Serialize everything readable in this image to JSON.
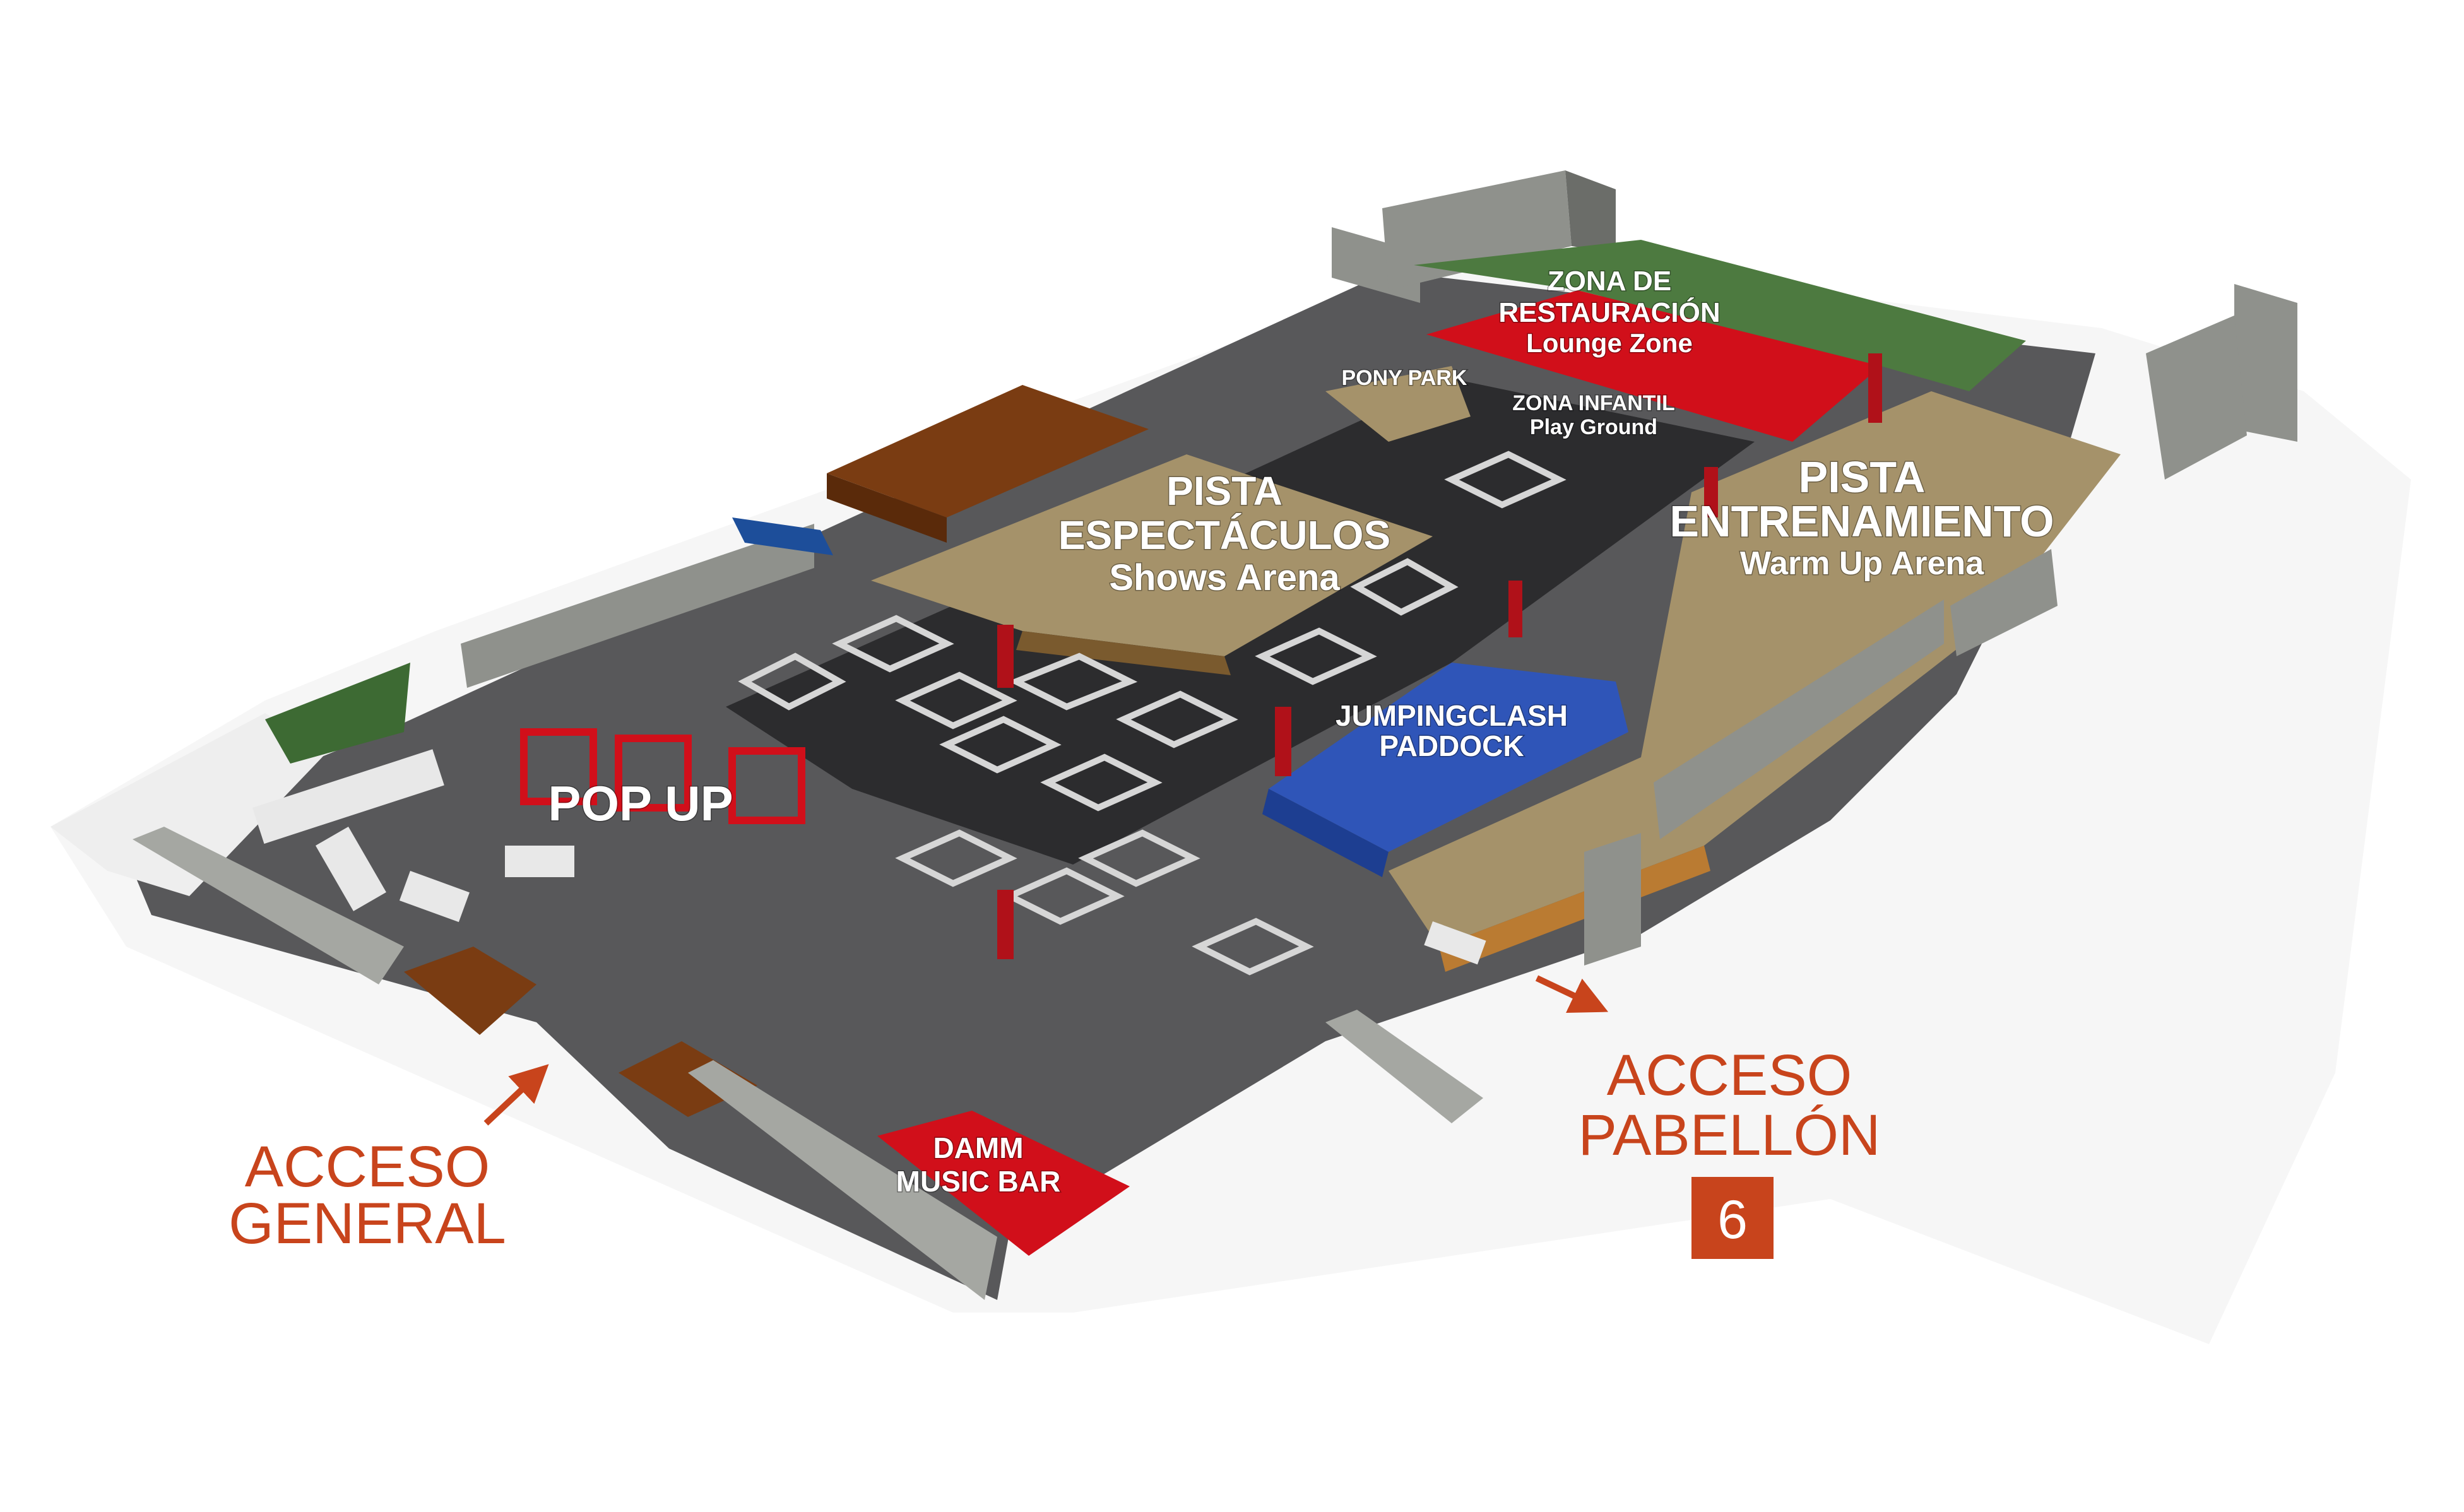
{
  "map": {
    "zones": {
      "restauracion_1": "ZONA DE",
      "restauracion_2": "RESTAURACIÓN",
      "restauracion_3": "Lounge Zone",
      "pony_park": "PONY PARK",
      "infantil_1": "ZONA INFANTIL",
      "infantil_2": "Play Ground",
      "espectaculos_1": "PISTA",
      "espectaculos_2": "ESPECTÁCULOS",
      "espectaculos_3": "Shows Arena",
      "entrenamiento_1": "PISTA",
      "entrenamiento_2": "ENTRENAMIENTO",
      "entrenamiento_3": "Warm Up Arena",
      "paddock_1": "JUMPINGCLASH",
      "paddock_2": "PADDOCK",
      "popup": "POP UP",
      "damm_1": "DAMM",
      "damm_2": "MUSIC BAR"
    },
    "access": {
      "general_1": "ACCESO",
      "general_2": "GENERAL",
      "pabellon_1": "ACCESO",
      "pabellon_2": "PABELLÓN",
      "pabellon_number": "6"
    },
    "colors": {
      "floor": "#58585a",
      "arena_sand": "#a5926a",
      "lounge_red": "#d10f1a",
      "paddock_blue": "#2f55b8",
      "wall_gray": "#8b8d88",
      "access_orange": "#c8441c",
      "wood_brown": "#7a3c12"
    }
  }
}
